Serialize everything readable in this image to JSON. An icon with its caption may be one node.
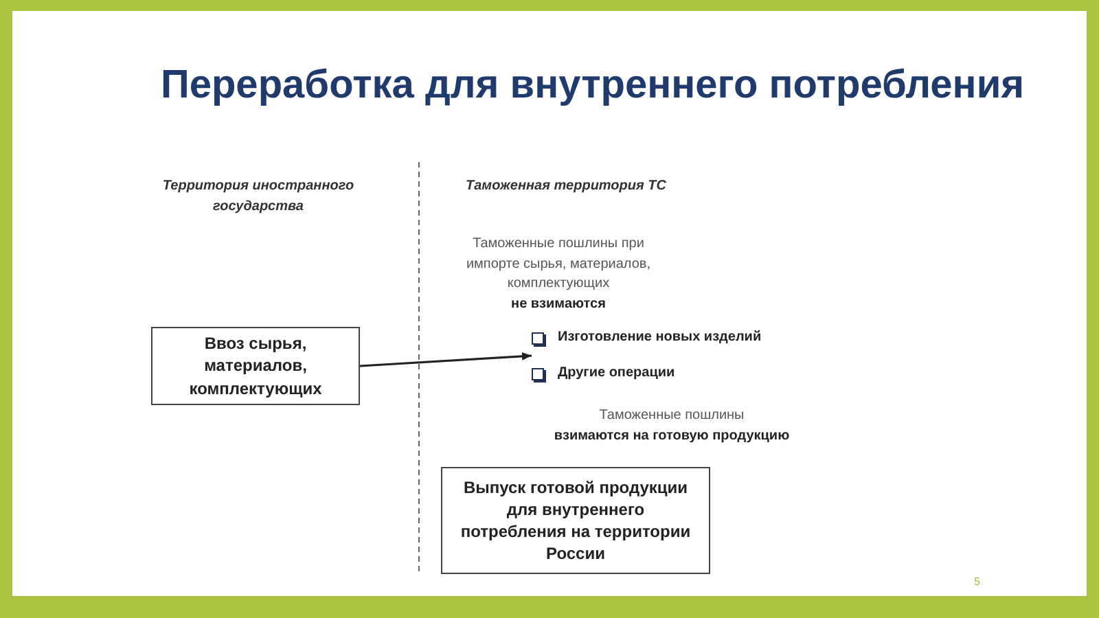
{
  "diagram": {
    "title": "Переработка для внутреннего потребления",
    "nodes": [
      {
        "text": [
          "Ввоз сырья, материалов, комплектующих"
        ]
      },
      {
        "text": [
          "Изготовление новых изделий",
          "Другие операции"
        ]
      },
      {
        "text": [
          "Выпуск готовой продукции для внутреннего потребления на территории России"
        ]
      }
    ],
    "edges": [
      {
        "from": 0,
        "to": 1,
        "arrow": "to"
      }
    ],
    "labels": [
      "Территория иностранного государства",
      "Таможенная территория ТС",
      "Таможенные пошлины при импорте сырья, материалов, комплектующих **не взимаются**",
      "Таможенные пошлины **взимаются на готовую продукцию**",
      "5"
    ]
  }
}
